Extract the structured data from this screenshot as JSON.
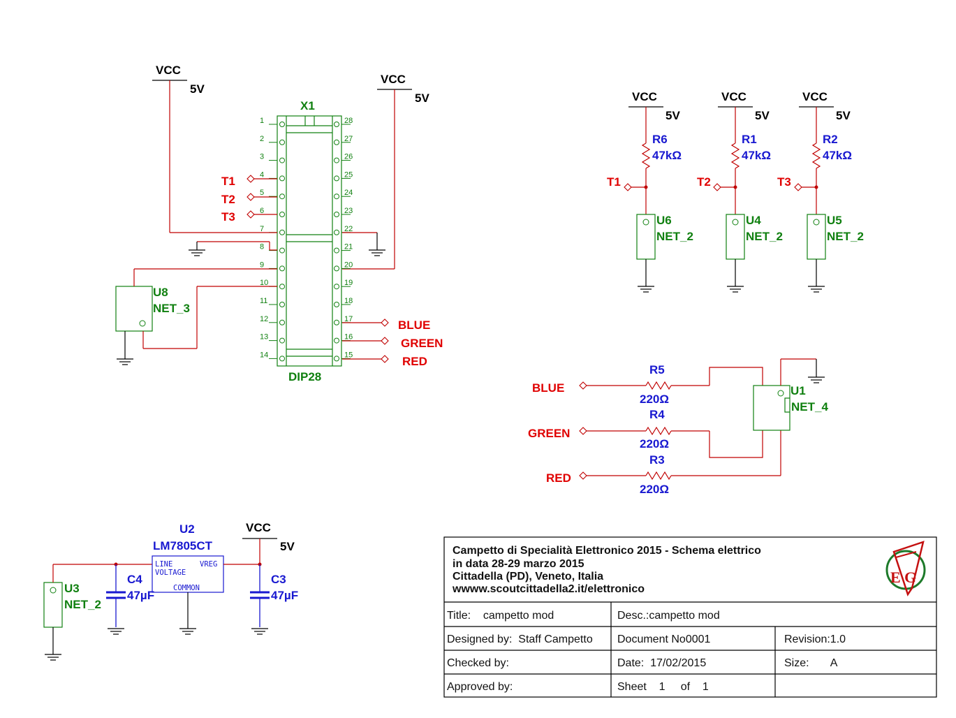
{
  "power": {
    "vcc": "VCC",
    "volt": "5V"
  },
  "x1": {
    "ref": "X1",
    "pkg": "DIP28",
    "left_pins": [
      "1",
      "2",
      "3",
      "4",
      "5",
      "6",
      "7",
      "8",
      "9",
      "10",
      "11",
      "12",
      "13",
      "14"
    ],
    "right_pins": [
      "28",
      "27",
      "26",
      "25",
      "24",
      "23",
      "22",
      "21",
      "20",
      "19",
      "18",
      "17",
      "16",
      "15"
    ]
  },
  "nets": {
    "t1": "T1",
    "t2": "T2",
    "t3": "T3",
    "blue": "BLUE",
    "green": "GREEN",
    "red": "RED"
  },
  "u8": {
    "ref": "U8",
    "net": "NET_3"
  },
  "r6": {
    "ref": "R6",
    "val": "47kΩ"
  },
  "r1": {
    "ref": "R1",
    "val": "47kΩ"
  },
  "r2": {
    "ref": "R2",
    "val": "47kΩ"
  },
  "u6": {
    "ref": "U6",
    "net": "NET_2"
  },
  "u4": {
    "ref": "U4",
    "net": "NET_2"
  },
  "u5": {
    "ref": "U5",
    "net": "NET_2"
  },
  "r5": {
    "ref": "R5",
    "val": "220Ω"
  },
  "r4": {
    "ref": "R4",
    "val": "220Ω"
  },
  "r3": {
    "ref": "R3",
    "val": "220Ω"
  },
  "u1": {
    "ref": "U1",
    "net": "NET_4"
  },
  "u2": {
    "ref": "U2",
    "part": "LM7805CT",
    "line": "LINE",
    "voltage": "VOLTAGE",
    "vreg": "VREG",
    "common": "COMMON"
  },
  "u3": {
    "ref": "U3",
    "net": "NET_2"
  },
  "c4": {
    "ref": "C4",
    "val": "47µF"
  },
  "c3": {
    "ref": "C3",
    "val": "47µF"
  },
  "title_block": {
    "header": [
      "Campetto di Specialità Elettronico 2015 - Schema elettrico",
      "in data 28-29 marzo 2015",
      "Cittadella (PD), Veneto, Italia",
      "wwww.scoutcittadella2.it/elettronico"
    ],
    "title": "Title:    campetto mod",
    "desc": "Desc.:campetto mod",
    "designed": "Designed by:  Staff Campetto",
    "docno": "Document No0001",
    "revision": "Revision:1.0",
    "checked": "Checked by:",
    "date": "Date:  17/02/2015",
    "size": "Size:       A",
    "approved": "Approved by:",
    "sheet": "Sheet    1     of    1"
  },
  "logo": {
    "text": "E G"
  }
}
